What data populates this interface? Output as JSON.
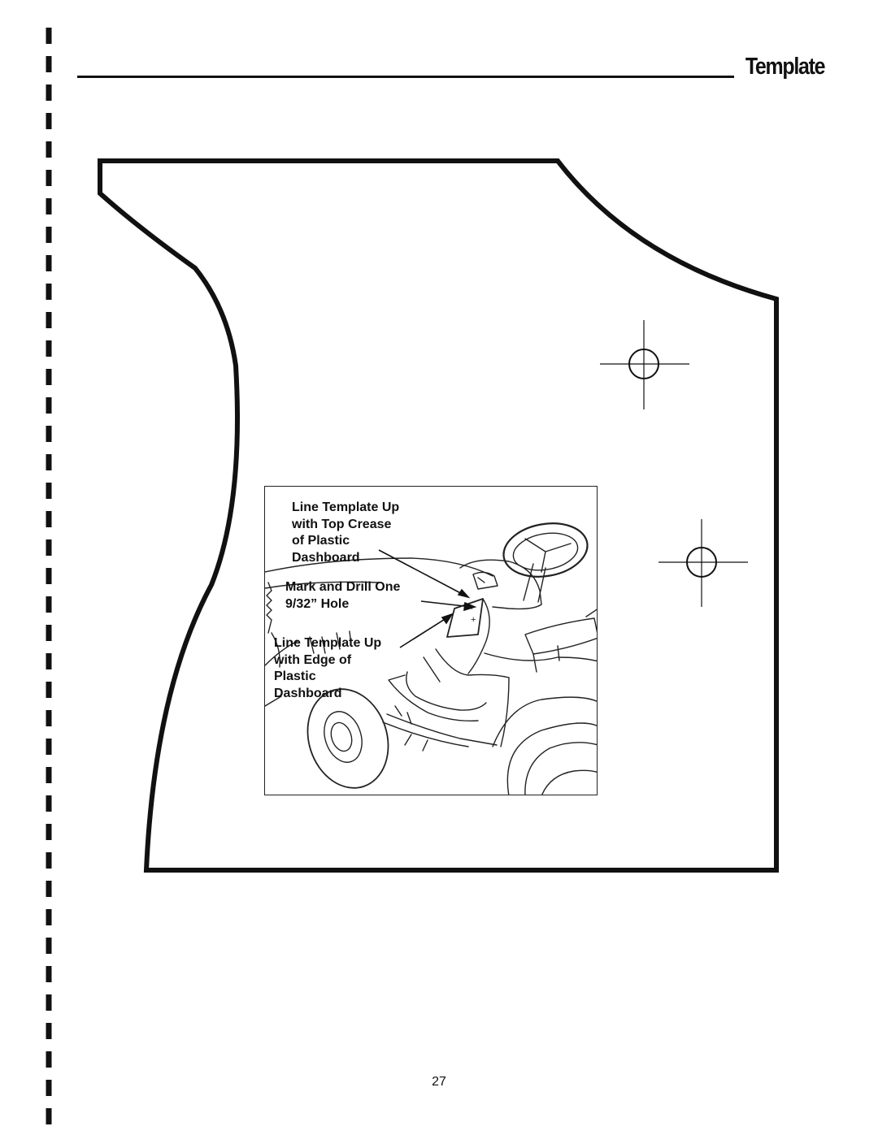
{
  "header": {
    "title": "Template"
  },
  "inset": {
    "label_crease": "Line Template Up\nwith Top Crease\nof Plastic\nDashboard",
    "label_drill": "Mark and Drill One\n9/32” Hole",
    "label_edge": "Line Template Up\nwith Edge of\nPlastic\nDashboard"
  },
  "footer": {
    "page_number": "27"
  }
}
